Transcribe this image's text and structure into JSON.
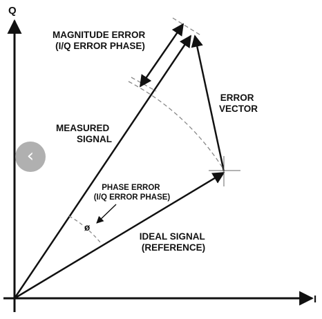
{
  "axes": {
    "y_label": "Q",
    "x_label": "I"
  },
  "labels": {
    "magnitude_error": [
      "MAGNITUDE ERROR",
      "(I/Q ERROR PHASE)"
    ],
    "error_vector": [
      "ERROR",
      "VECTOR"
    ],
    "measured_signal": [
      "MEASURED",
      "SIGNAL"
    ],
    "phase_error": [
      "PHASE ERROR",
      "(I/Q ERROR PHASE)"
    ],
    "phase_symbol": "ø",
    "ideal_signal": [
      "IDEAL SIGNAL",
      "(REFERENCE)"
    ]
  },
  "nav": {
    "back_icon": "chevron-left-icon",
    "back_glyph": "‹"
  }
}
